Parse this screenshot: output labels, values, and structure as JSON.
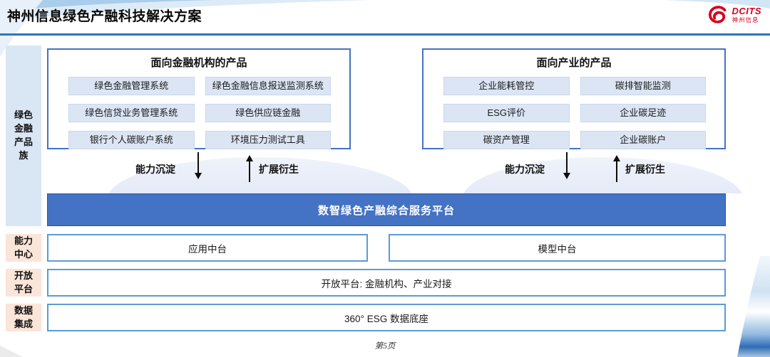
{
  "page": {
    "title": "神州信息绿色产融科技解决方案",
    "footer_page": "第5页"
  },
  "logo": {
    "brand": "DCITS",
    "brand_cn": "神州信息"
  },
  "sidebar": {
    "items": [
      {
        "label": "绿色\n金融\n产品\n族"
      },
      {
        "label": "能力\n中心"
      },
      {
        "label": "开放\n平台"
      },
      {
        "label": "数据\n集成"
      }
    ]
  },
  "products_finance": {
    "title": "面向金融机构的产品",
    "items": [
      "绿色金融管理系统",
      "绿色金融信息报送监测系统",
      "绿色信贷业务管理系统",
      "绿色供应链金融",
      "银行个人碳账户系统",
      "环境压力测试工具"
    ]
  },
  "products_industry": {
    "title": "面向产业的产品",
    "items": [
      "企业能耗管控",
      "碳排智能监测",
      "ESG评价",
      "企业碳足迹",
      "碳资产管理",
      "企业碳账户"
    ]
  },
  "flow": {
    "down_label": "能力沉淀",
    "up_label": "扩展衍生"
  },
  "platform": {
    "bar": "数智绿色产融综合服务平台"
  },
  "middle_row": {
    "left": "应用中台",
    "right": "模型中台"
  },
  "open_row": {
    "text": "开放平台: 金融机构、产业对接"
  },
  "data_row": {
    "text": "360° ESG 数据底座"
  },
  "colors": {
    "accent_blue": "#4472C4",
    "border_blue": "#5B9BD5",
    "underline_blue": "#2E75B6",
    "chip_bg": "#DCE5F3",
    "sidebar_blue_bg": "#D9E6F4",
    "sidebar_peach_bg": "#FBE5D9",
    "platform_text": "#FFFFFF",
    "logo_red": "#D6001C",
    "dome_bg": "#DDE4F4"
  }
}
